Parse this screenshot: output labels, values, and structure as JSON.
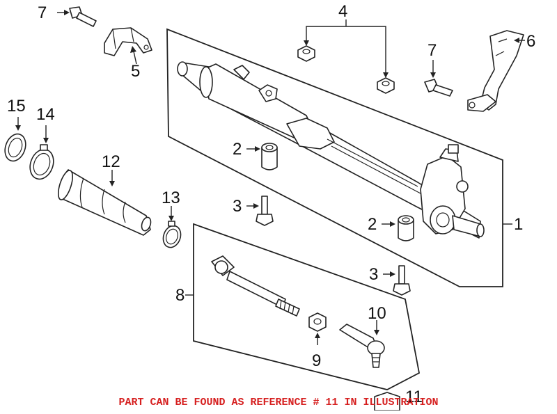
{
  "callouts": {
    "c1": "1",
    "c2a": "2",
    "c2b": "2",
    "c3a": "3",
    "c3b": "3",
    "c4": "4",
    "c5": "5",
    "c6": "6",
    "c7a": "7",
    "c7b": "7",
    "c8": "8",
    "c9": "9",
    "c10": "10",
    "c11": "11",
    "c12": "12",
    "c13": "13",
    "c14": "14",
    "c15": "15"
  },
  "note": "PART CAN BE FOUND AS REFERENCE # 11 IN ILLUSTRATION",
  "colors": {
    "note": "#d62020",
    "line": "#222222"
  }
}
